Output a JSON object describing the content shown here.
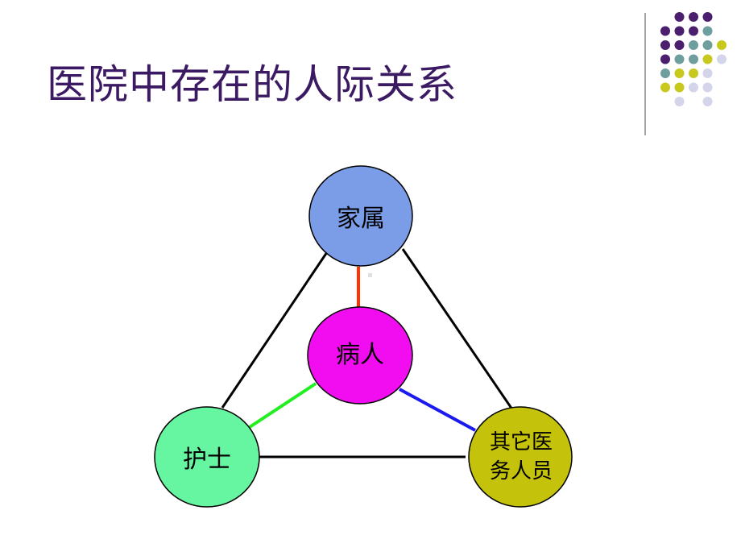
{
  "slide": {
    "title": "医院中存在的人际关系"
  },
  "diagram": {
    "nodes": {
      "family": {
        "label": "家属",
        "color": "#7b9de8"
      },
      "patient": {
        "label": "病人",
        "color": "#f20df0"
      },
      "nurse": {
        "label": "护士",
        "color": "#66f5a0"
      },
      "staff": {
        "label_line1": "其它医",
        "label_line2": "务人员",
        "color": "#c4c20a"
      }
    },
    "edge_colors": {
      "family_patient": "#ff3300",
      "nurse_patient": "#22ee22",
      "staff_patient": "#1a1aee",
      "outer": "#000000"
    }
  },
  "decor": {
    "dot_colors": {
      "purple": "#4b1f6e",
      "teal": "#6e9e9e",
      "yellow": "#c8c81e",
      "lavender": "#d4d4ea"
    }
  }
}
